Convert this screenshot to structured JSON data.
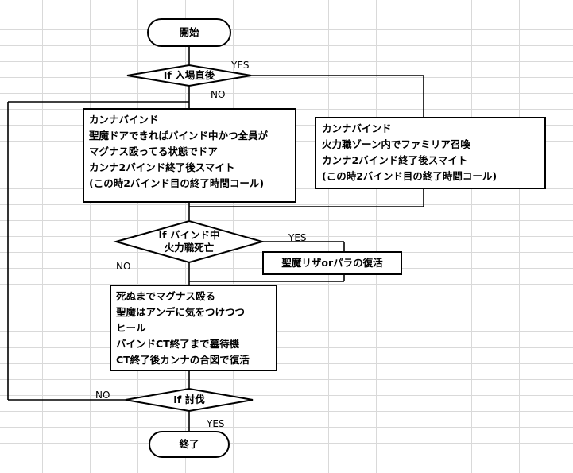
{
  "flowchart": {
    "start": "開始",
    "decision1": "If 入場直後",
    "decision1_yes": "YES",
    "decision1_no": "NO",
    "box_left": [
      "カンナバインド",
      "聖魔ドアできればバインド中かつ全員が",
      "マグナス殴ってる状態でドア",
      "カンナ2バインド終了後スマイト",
      "(この時2バインド目の終了時間コール)"
    ],
    "box_right": [
      "カンナバインド",
      "火力職ゾーン内でファミリア召喚",
      "カンナ2バインド終了後スマイト",
      "(この時2バインド目の終了時間コール)"
    ],
    "decision2": [
      "If バインド中",
      "火力職死亡"
    ],
    "decision2_yes": "YES",
    "decision2_no": "NO",
    "revive_box": "聖魔リザorパラの復活",
    "box_bottom": [
      "死ぬまでマグナス殴る",
      "聖魔はアンデに気をつけつつ",
      "ヒール",
      "バインドCT終了まで墓待機",
      "CT終了後カンナの合図で復活"
    ],
    "decision3": "If 討伐",
    "decision3_no": "NO",
    "decision3_yes": "YES",
    "end": "終了"
  }
}
